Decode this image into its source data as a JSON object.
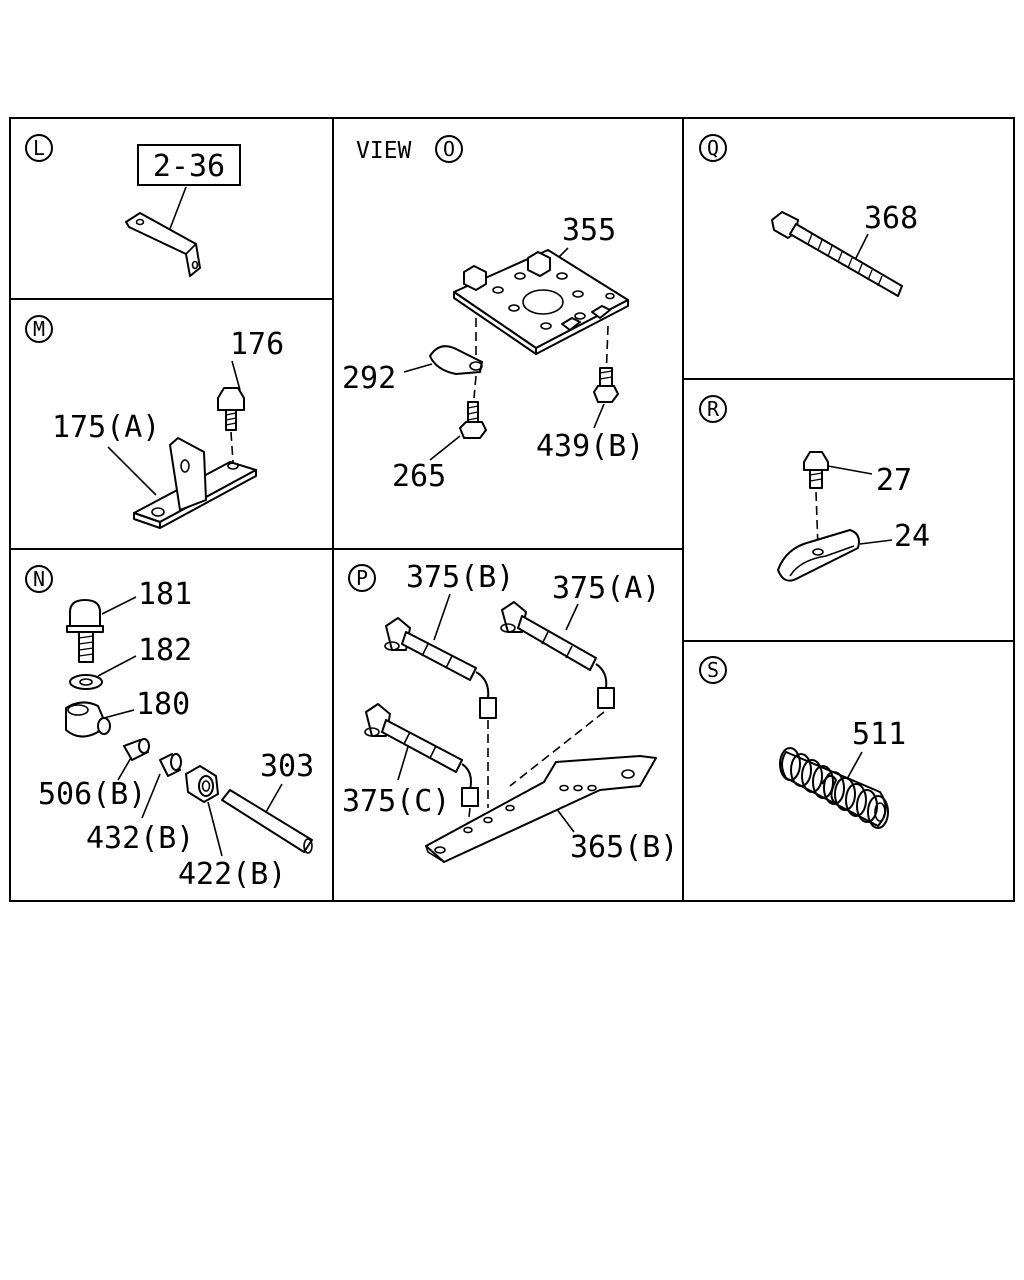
{
  "panels": {
    "L": {
      "letter": "L",
      "ref_box": "2-36"
    },
    "M": {
      "letter": "M",
      "labels": [
        "176",
        "175(A)"
      ]
    },
    "N": {
      "letter": "N",
      "labels": [
        "181",
        "182",
        "180",
        "506(B)",
        "432(B)",
        "422(B)",
        "303"
      ]
    },
    "O": {
      "view_prefix": "VIEW",
      "letter": "O",
      "labels": [
        "355",
        "292",
        "265",
        "439(B)"
      ]
    },
    "P": {
      "letter": "P",
      "labels": [
        "375(B)",
        "375(A)",
        "375(C)",
        "365(B)"
      ]
    },
    "Q": {
      "letter": "Q",
      "labels": [
        "368"
      ]
    },
    "R": {
      "letter": "R",
      "labels": [
        "27",
        "24"
      ]
    },
    "S": {
      "letter": "S",
      "labels": [
        "511"
      ]
    }
  },
  "colors": {
    "line": "#000000",
    "background": "#ffffff"
  }
}
